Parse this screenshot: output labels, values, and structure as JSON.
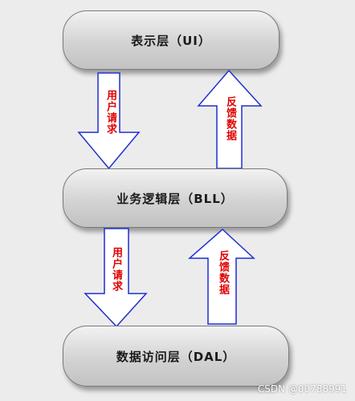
{
  "layers": {
    "ui": "表示层（UI）",
    "bll": "业务逻辑层（BLL）",
    "dal": "数据访问层（DAL）"
  },
  "arrows": {
    "request_top": "用户请求",
    "feedback_top": "反馈数据",
    "request_bottom": "用户请求",
    "feedback_bottom": "反馈数据"
  },
  "watermark": "CSDN @00788991",
  "colors": {
    "arrow_outline": "#1f2fd0",
    "arrow_fill": "#ffffff",
    "label_text": "#e00000",
    "layer_border": "#7a7a7a"
  }
}
